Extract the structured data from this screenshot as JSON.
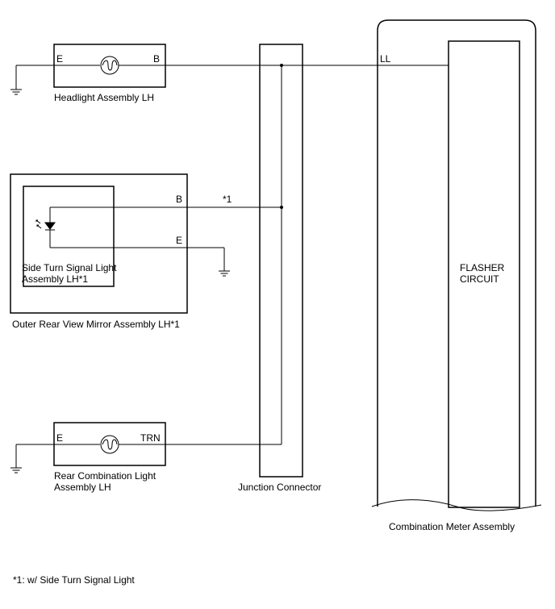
{
  "headlight": {
    "label": "Headlight Assembly LH",
    "pin_left": "E",
    "pin_right": "B"
  },
  "mirror": {
    "label": "Outer Rear View Mirror Assembly LH*1",
    "pin_b": "B",
    "pin_e": "E",
    "wire_note": "*1",
    "inner_label_line1": "Side Turn Signal Light",
    "inner_label_line2": "Assembly LH*1"
  },
  "rear_combo": {
    "label_line1": "Rear Combination Light",
    "label_line2": "Assembly LH",
    "pin_left": "E",
    "pin_right": "TRN"
  },
  "junction": {
    "label": "Junction Connector"
  },
  "meter": {
    "label": "Combination Meter Assembly",
    "pin": "LL",
    "circuit_line1": "FLASHER",
    "circuit_line2": "CIRCUIT"
  },
  "footnote": "*1: w/ Side Turn Signal Light"
}
